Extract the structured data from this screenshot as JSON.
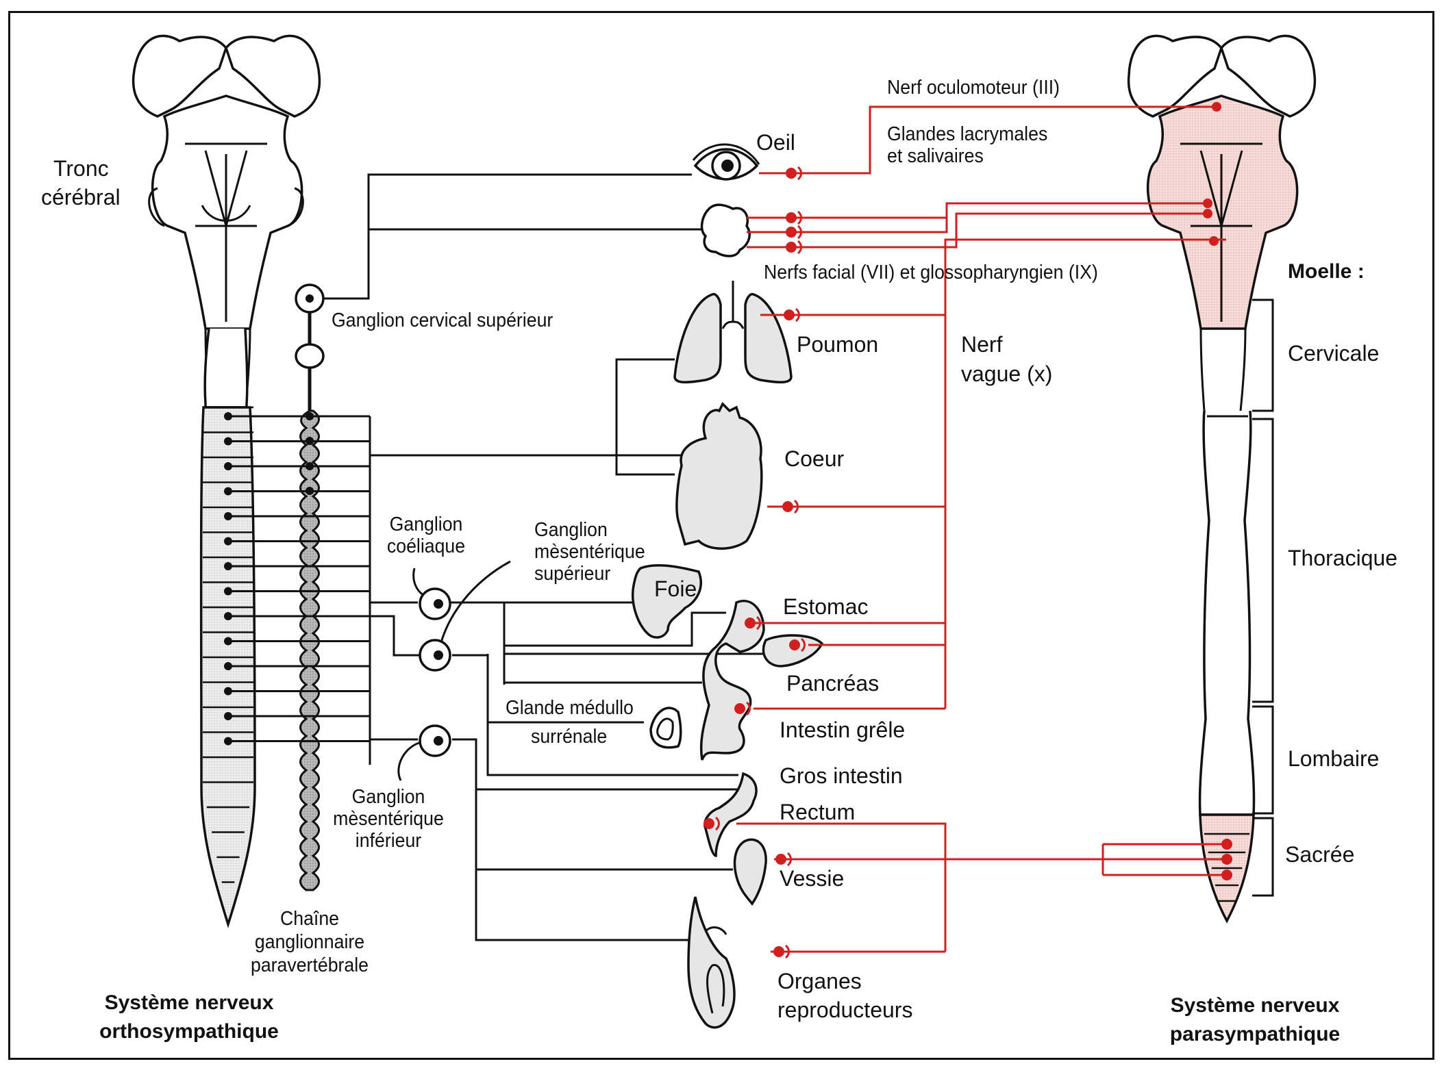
{
  "figure": {
    "left_system_title": [
      "Système nerveux",
      "orthosympathique"
    ],
    "right_system_title": [
      "Système nerveux",
      "parasympathique"
    ],
    "colors": {
      "sympathetic_line": "#111111",
      "parasympathetic_line": "#d11f1f",
      "parasympathetic_fill": "#f3d6d2",
      "organ_fill": "#e6e6e6"
    }
  },
  "left": {
    "brainstem_label": [
      "Tronc",
      "cérébral"
    ],
    "ganglion_cervical": "Ganglion cervical supérieur",
    "ganglion_coeliaque": [
      "Ganglion",
      "coéliaque"
    ],
    "ganglion_mes_sup": [
      "Ganglion",
      "mèsentérique",
      "supérieur"
    ],
    "ganglion_mes_inf": [
      "Ganglion",
      "mèsentérique",
      "inférieur"
    ],
    "chain": [
      "Chaîne",
      "ganglionnaire",
      "paravertébrale"
    ],
    "glande": [
      "Glande médullo",
      "surrénale"
    ]
  },
  "organs": {
    "oeil": "Oeil",
    "glandes": [
      "Glandes lacrymales",
      "et salivaires"
    ],
    "poumon": "Poumon",
    "coeur": "Coeur",
    "foie": "Foie",
    "estomac": "Estomac",
    "pancreas": "Pancréas",
    "intestin_grele": "Intestin grêle",
    "gros_intestin": "Gros intestin",
    "rectum": "Rectum",
    "vessie": "Vessie",
    "organes_repro": [
      "Organes",
      "reproducteurs"
    ]
  },
  "nerves": {
    "oculomoteur": "Nerf oculomoteur (III)",
    "facial_gloss": "Nerfs facial (VII) et glossopharyngien (IX)",
    "vague": [
      "Nerf",
      "vague (x)"
    ]
  },
  "right": {
    "moelle": "Moelle :",
    "regions": [
      "Cervicale",
      "Thoracique",
      "Lombaire",
      "Sacrée"
    ]
  }
}
